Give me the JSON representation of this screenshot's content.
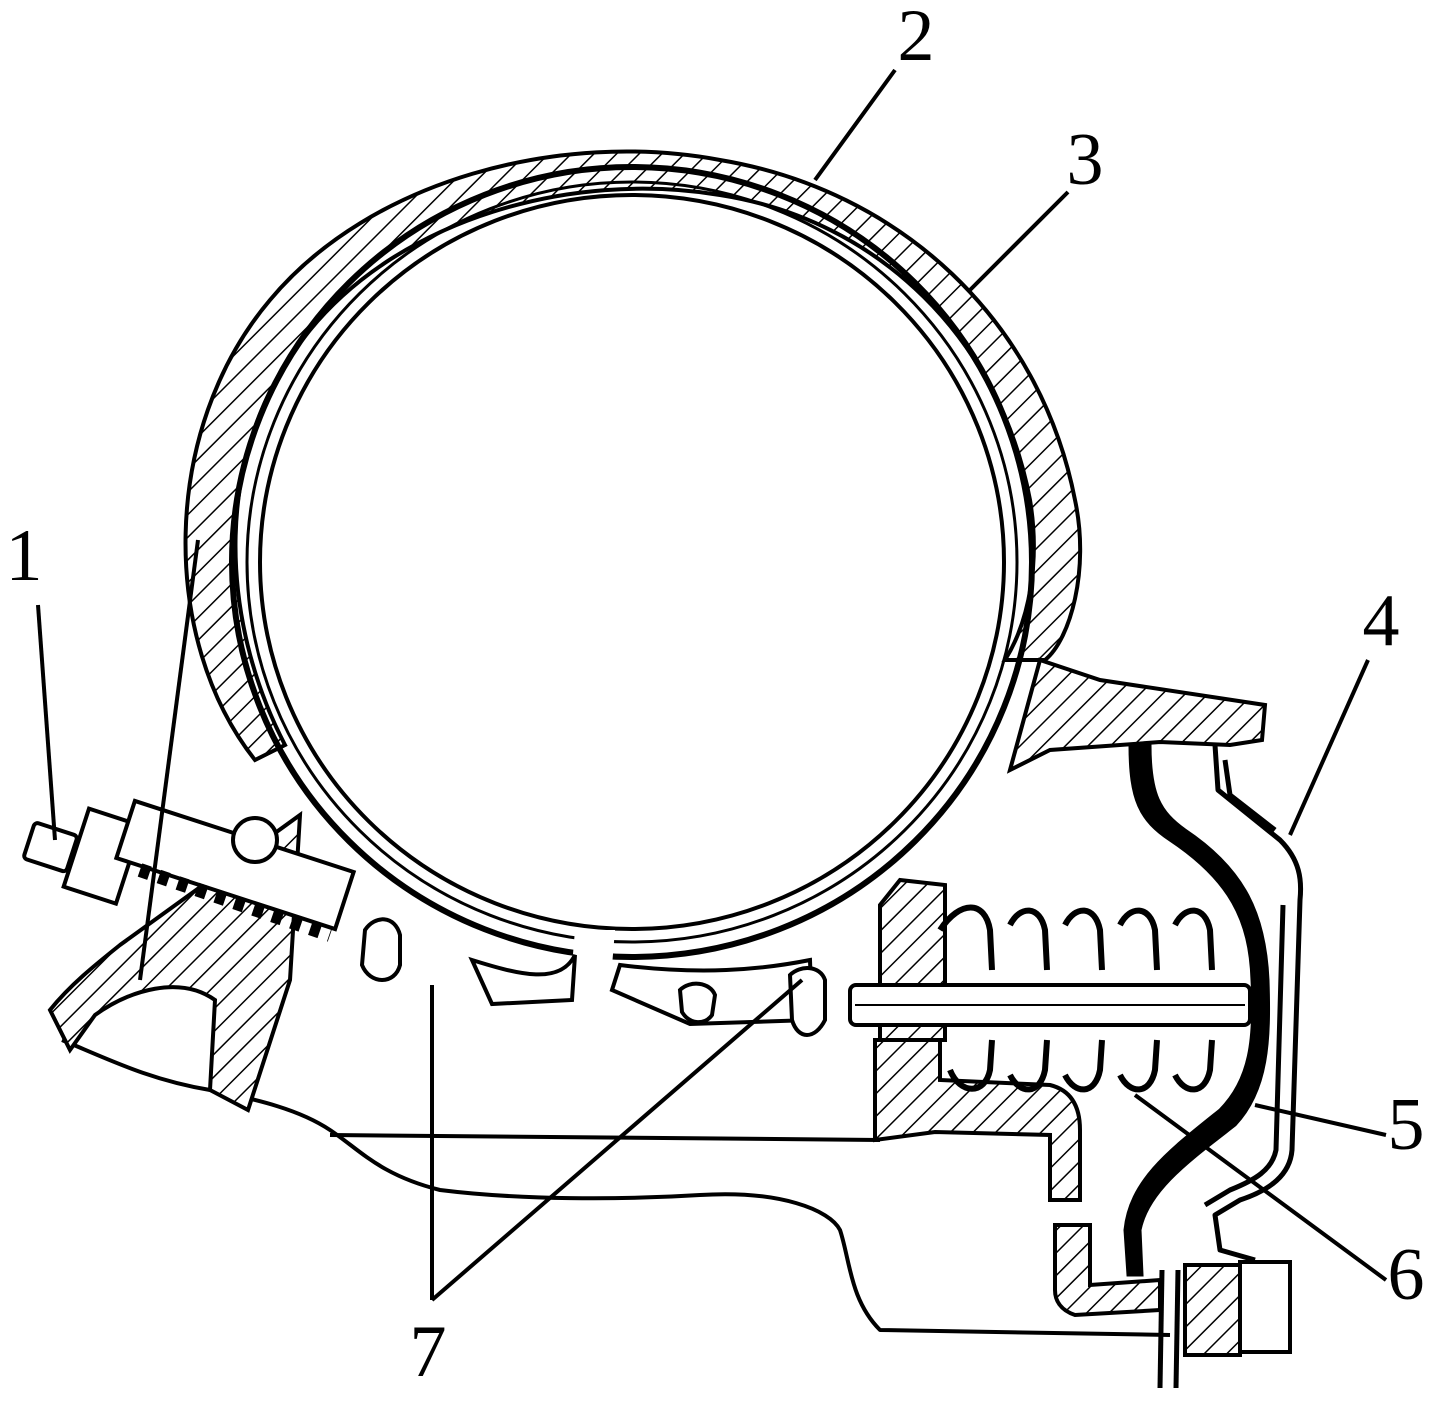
{
  "diagram": {
    "stroke_color": "#000000",
    "fill_color": "#ffffff",
    "labels": [
      "1",
      "2",
      "3",
      "4",
      "5",
      "6",
      "7"
    ]
  }
}
